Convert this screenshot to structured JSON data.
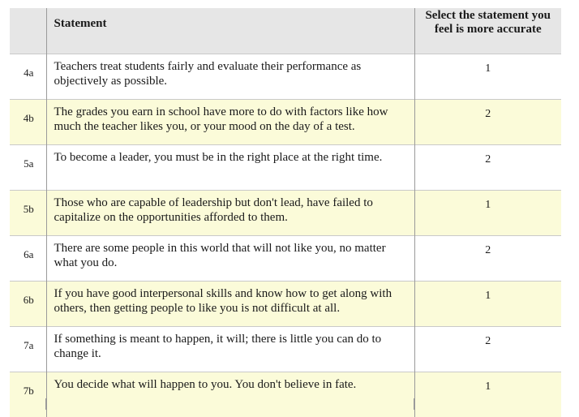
{
  "table": {
    "headers": {
      "id": "",
      "statement": "Statement",
      "selection": "Select the statement you feel is more accurate"
    },
    "rows": [
      {
        "id": "4a",
        "statement": "Teachers treat students fairly and evaluate their performance as objectively as possible.",
        "selection": "1"
      },
      {
        "id": "4b",
        "statement": "The grades you earn in school have more to do with factors like how much the teacher likes you, or your mood on the day of a test.",
        "selection": "2"
      },
      {
        "id": "5a",
        "statement": "To become a leader, you must be in the right place at the right time.",
        "selection": "2"
      },
      {
        "id": "5b",
        "statement": "Those who are capable of leadership but don't lead, have failed to capitalize on the opportunities afforded to them.",
        "selection": "1"
      },
      {
        "id": "6a",
        "statement": "There are some people in this world that will not like you, no matter what you do.",
        "selection": "2"
      },
      {
        "id": "6b",
        "statement": "If you have good interpersonal skills and know how to get along with others, then getting people to like you is not difficult at all.",
        "selection": "1"
      },
      {
        "id": "7a",
        "statement": "If something is meant to happen, it will; there is little you can do to change it.",
        "selection": "2"
      },
      {
        "id": "7b",
        "statement": "You decide what will happen to you. You don't believe in fate.",
        "selection": "1"
      }
    ]
  },
  "colors": {
    "header_bg": "#e6e6e6",
    "stripe_bg": "#fbfbd9",
    "row_bg": "#ffffff"
  }
}
